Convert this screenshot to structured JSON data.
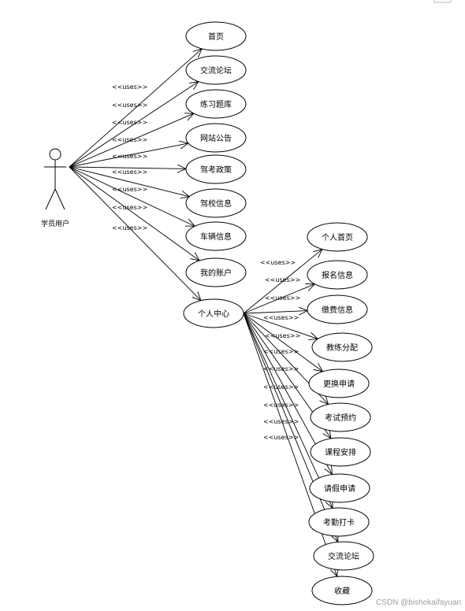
{
  "actor": {
    "name": "学员用户"
  },
  "stereotype": "<<uses>>",
  "primary_use_cases": [
    {
      "id": "home",
      "label": "首页"
    },
    {
      "id": "forum",
      "label": "交流论坛"
    },
    {
      "id": "question-bank",
      "label": "练习题库"
    },
    {
      "id": "site-notice",
      "label": "网站公告"
    },
    {
      "id": "exam-policy",
      "label": "驾考政策"
    },
    {
      "id": "school-info",
      "label": "驾校信息"
    },
    {
      "id": "vehicle-info",
      "label": "车辆信息"
    },
    {
      "id": "my-account",
      "label": "我的账户"
    },
    {
      "id": "personal-center",
      "label": "个人中心"
    }
  ],
  "center_use_cases": [
    {
      "id": "personal-home",
      "label": "个人首页"
    },
    {
      "id": "registration-info",
      "label": "报名信息"
    },
    {
      "id": "payment-info",
      "label": "缴费信息"
    },
    {
      "id": "coach-assignment",
      "label": "教练分配"
    },
    {
      "id": "change-request",
      "label": "更换申请"
    },
    {
      "id": "exam-booking",
      "label": "考试预约"
    },
    {
      "id": "course-schedule",
      "label": "课程安排"
    },
    {
      "id": "leave-request",
      "label": "请假申请"
    },
    {
      "id": "attendance-checkin",
      "label": "考勤打卡"
    },
    {
      "id": "center-forum",
      "label": "交流论坛"
    },
    {
      "id": "favorites",
      "label": "收藏"
    }
  ],
  "watermark": "CSDN @bishekaifayuan"
}
